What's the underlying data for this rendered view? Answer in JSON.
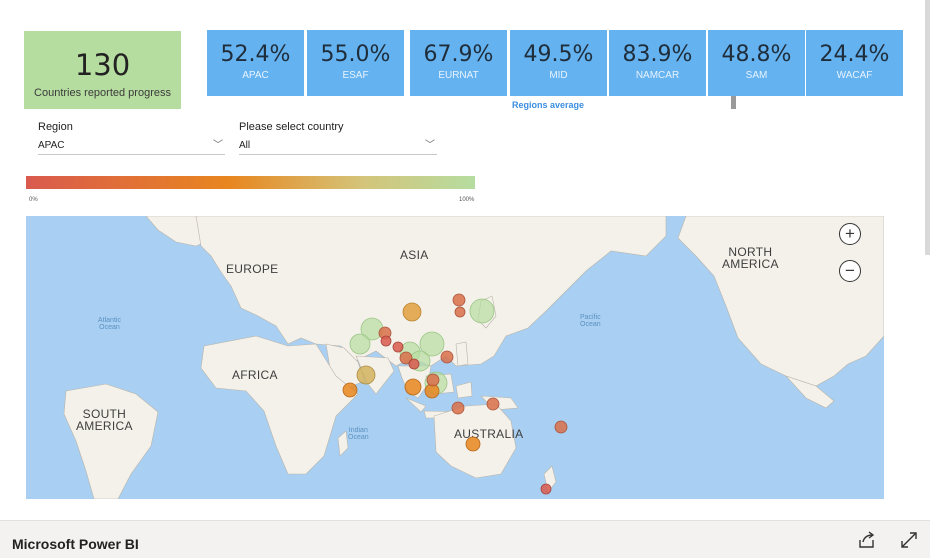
{
  "summary": {
    "count": "130",
    "label": "Countries reported progress"
  },
  "regions": [
    {
      "pct": "52.4%",
      "name": "APAC"
    },
    {
      "pct": "55.0%",
      "name": "ESAF"
    },
    {
      "pct": "67.9%",
      "name": "EURNAT"
    },
    {
      "pct": "49.5%",
      "name": "MID"
    },
    {
      "pct": "83.9%",
      "name": "NAMCAR"
    },
    {
      "pct": "48.8%",
      "name": "SAM"
    },
    {
      "pct": "24.4%",
      "name": "WACAF"
    }
  ],
  "regions_average_label": "Regions average",
  "filters": {
    "region": {
      "title": "Region",
      "value": "APAC"
    },
    "country": {
      "title": "Please select country",
      "value": "All"
    }
  },
  "legend": {
    "min": "0%",
    "max": "100%"
  },
  "map": {
    "labels": {
      "europe": "EUROPE",
      "asia": "ASIA",
      "north_america": "NORTH\nAMERICA",
      "africa": "AFRICA",
      "south_america": "SOUTH\nAMERICA",
      "australia": "AUSTRALIA"
    },
    "oceans": {
      "atlantic": "Atlantic\nOcean",
      "pacific": "Pacific\nOcean",
      "indian": "Indian\nOcean"
    },
    "colors": {
      "water": "#a9d0f2",
      "land": "#f4f1ea",
      "border": "#b9b4aa"
    }
  },
  "zoom": {
    "in": "+",
    "out": "−"
  },
  "footer": {
    "brand": "Microsoft Power BI"
  }
}
